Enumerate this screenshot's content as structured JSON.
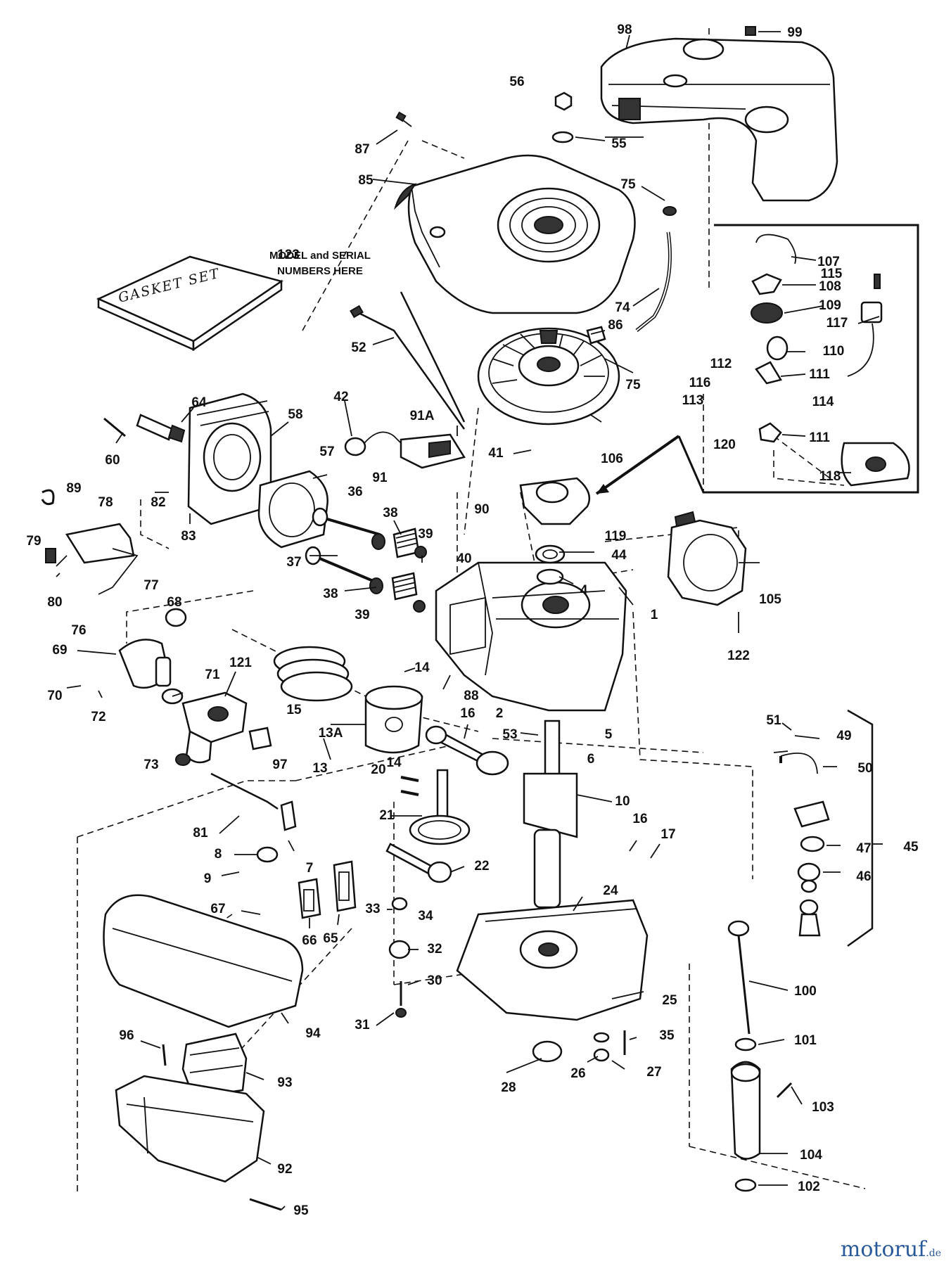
{
  "diagram": {
    "notes": {
      "model_serial": [
        "MODEL and SERIAL",
        "NUMBERS HERE"
      ],
      "gasket_set": "GASKET SET"
    },
    "callouts": [
      {
        "id": "c98",
        "text": "98"
      },
      {
        "id": "c99",
        "text": "99"
      },
      {
        "id": "c56",
        "text": "56"
      },
      {
        "id": "c55",
        "text": "55"
      },
      {
        "id": "c87",
        "text": "87"
      },
      {
        "id": "c85",
        "text": "85"
      },
      {
        "id": "c75a",
        "text": "75"
      },
      {
        "id": "c123",
        "text": "123"
      },
      {
        "id": "c107",
        "text": "107"
      },
      {
        "id": "c115",
        "text": "115"
      },
      {
        "id": "c108",
        "text": "108"
      },
      {
        "id": "c109",
        "text": "109"
      },
      {
        "id": "c117",
        "text": "117"
      },
      {
        "id": "c74",
        "text": "74"
      },
      {
        "id": "c86",
        "text": "86"
      },
      {
        "id": "c52",
        "text": "52"
      },
      {
        "id": "c110",
        "text": "110"
      },
      {
        "id": "c112",
        "text": "112"
      },
      {
        "id": "c111a",
        "text": "111"
      },
      {
        "id": "c116",
        "text": "116"
      },
      {
        "id": "c113",
        "text": "113"
      },
      {
        "id": "c114",
        "text": "114"
      },
      {
        "id": "c75b",
        "text": "75"
      },
      {
        "id": "c64",
        "text": "64"
      },
      {
        "id": "c42",
        "text": "42"
      },
      {
        "id": "c58",
        "text": "58"
      },
      {
        "id": "c91A",
        "text": "91A"
      },
      {
        "id": "c111b",
        "text": "111"
      },
      {
        "id": "c120",
        "text": "120"
      },
      {
        "id": "c41",
        "text": "41"
      },
      {
        "id": "c106",
        "text": "106"
      },
      {
        "id": "c60",
        "text": "60"
      },
      {
        "id": "c57",
        "text": "57"
      },
      {
        "id": "c91",
        "text": "91"
      },
      {
        "id": "c118",
        "text": "118"
      },
      {
        "id": "c89",
        "text": "89"
      },
      {
        "id": "c36",
        "text": "36"
      },
      {
        "id": "c78",
        "text": "78"
      },
      {
        "id": "c82",
        "text": "82"
      },
      {
        "id": "c38a",
        "text": "38"
      },
      {
        "id": "c90",
        "text": "90"
      },
      {
        "id": "c119",
        "text": "119"
      },
      {
        "id": "c83",
        "text": "83"
      },
      {
        "id": "c39a",
        "text": "39"
      },
      {
        "id": "c79",
        "text": "79"
      },
      {
        "id": "c44",
        "text": "44"
      },
      {
        "id": "c37",
        "text": "37"
      },
      {
        "id": "c40",
        "text": "40"
      },
      {
        "id": "c77",
        "text": "77"
      },
      {
        "id": "c80",
        "text": "80"
      },
      {
        "id": "c4",
        "text": "4"
      },
      {
        "id": "c68",
        "text": "68"
      },
      {
        "id": "c38b",
        "text": "38"
      },
      {
        "id": "c105",
        "text": "105"
      },
      {
        "id": "c39b",
        "text": "39"
      },
      {
        "id": "c76",
        "text": "76"
      },
      {
        "id": "c1",
        "text": "1"
      },
      {
        "id": "c122",
        "text": "122"
      },
      {
        "id": "c69",
        "text": "69"
      },
      {
        "id": "c14a",
        "text": "14"
      },
      {
        "id": "c71",
        "text": "71"
      },
      {
        "id": "c121",
        "text": "121"
      },
      {
        "id": "c70",
        "text": "70"
      },
      {
        "id": "c88",
        "text": "88"
      },
      {
        "id": "c72",
        "text": "72"
      },
      {
        "id": "c15",
        "text": "15"
      },
      {
        "id": "c16a",
        "text": "16"
      },
      {
        "id": "c2",
        "text": "2"
      },
      {
        "id": "c51",
        "text": "51"
      },
      {
        "id": "c49",
        "text": "49"
      },
      {
        "id": "c13A",
        "text": "13A"
      },
      {
        "id": "c5",
        "text": "5"
      },
      {
        "id": "c53",
        "text": "53"
      },
      {
        "id": "c6",
        "text": "6"
      },
      {
        "id": "c73",
        "text": "73"
      },
      {
        "id": "c97",
        "text": "97"
      },
      {
        "id": "c14b",
        "text": "14"
      },
      {
        "id": "c13",
        "text": "13"
      },
      {
        "id": "c50",
        "text": "50"
      },
      {
        "id": "c20",
        "text": "20"
      },
      {
        "id": "c10",
        "text": "10"
      },
      {
        "id": "c45",
        "text": "45"
      },
      {
        "id": "c47",
        "text": "47"
      },
      {
        "id": "c81",
        "text": "81"
      },
      {
        "id": "c21",
        "text": "21"
      },
      {
        "id": "c16b",
        "text": "16"
      },
      {
        "id": "c17",
        "text": "17"
      },
      {
        "id": "c8",
        "text": "8"
      },
      {
        "id": "c7",
        "text": "7"
      },
      {
        "id": "c22",
        "text": "22"
      },
      {
        "id": "c46",
        "text": "46"
      },
      {
        "id": "c9",
        "text": "9"
      },
      {
        "id": "c24",
        "text": "24"
      },
      {
        "id": "c67",
        "text": "67"
      },
      {
        "id": "c33",
        "text": "33"
      },
      {
        "id": "c34",
        "text": "34"
      },
      {
        "id": "c66",
        "text": "66"
      },
      {
        "id": "c65",
        "text": "65"
      },
      {
        "id": "c32",
        "text": "32"
      },
      {
        "id": "c30",
        "text": "30"
      },
      {
        "id": "c100",
        "text": "100"
      },
      {
        "id": "c25",
        "text": "25"
      },
      {
        "id": "c31",
        "text": "31"
      },
      {
        "id": "c94",
        "text": "94"
      },
      {
        "id": "c35",
        "text": "35"
      },
      {
        "id": "c96",
        "text": "96"
      },
      {
        "id": "c101",
        "text": "101"
      },
      {
        "id": "c93",
        "text": "93"
      },
      {
        "id": "c26",
        "text": "26"
      },
      {
        "id": "c27",
        "text": "27"
      },
      {
        "id": "c28",
        "text": "28"
      },
      {
        "id": "c103",
        "text": "103"
      },
      {
        "id": "c92",
        "text": "92"
      },
      {
        "id": "c104",
        "text": "104"
      },
      {
        "id": "c102",
        "text": "102"
      },
      {
        "id": "c95",
        "text": "95"
      }
    ]
  },
  "watermark": {
    "name": "motoruf",
    "tld": ".de",
    "color": "#2a5a9a"
  }
}
